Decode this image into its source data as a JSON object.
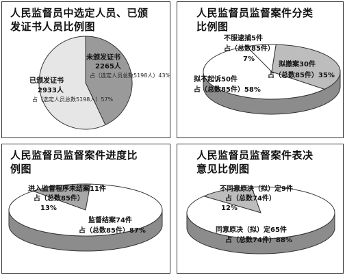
{
  "chart_data": [
    {
      "type": "pie",
      "title_lines": [
        "人民监督员中选定人员、已颁",
        "发证书人员比例图"
      ],
      "slices": [
        {
          "label": "未颁发证书",
          "count": "2265人",
          "note": "占（选定人员总数5198人）43%",
          "pct_text": "43%",
          "value": 43,
          "color": "#9a9a9a"
        },
        {
          "label": "已颁发证书",
          "count": "2933人",
          "note": "占（选定人员总数5198人）57%",
          "pct_text": "57%",
          "value": 57,
          "color": "#e6e6e6"
        }
      ]
    },
    {
      "type": "pie",
      "title_lines": [
        "人民监督员监督案件分类",
        "比例图"
      ],
      "slices": [
        {
          "label": "不服逮捕5件",
          "note": "占（总数85件）",
          "pct_text": "7%",
          "value": 7,
          "color": "#ffffff"
        },
        {
          "label": "拟撤案30件",
          "note": "占（总数85件）35%",
          "pct_text": "35%",
          "value": 35,
          "color": "#bdbdbd"
        },
        {
          "label": "拟不起诉50件",
          "note": "占（总数85件）58%",
          "pct_text": "58%",
          "value": 58,
          "color": "#ffffff"
        }
      ]
    },
    {
      "type": "pie",
      "title_lines": [
        "人民监督员监督案件进度比",
        "例图"
      ],
      "slices": [
        {
          "label": "进入监督程序未结案11件",
          "note": "占（总数85件）",
          "pct_text": "13%",
          "value": 13,
          "color": "#a8a8a8"
        },
        {
          "label": "监督结案74件",
          "note": "占（总数85件）87%",
          "pct_text": "87%",
          "value": 87,
          "color": "#ffffff"
        }
      ]
    },
    {
      "type": "pie",
      "title_lines": [
        "人民监督员监督案件表决",
        "意见比例图"
      ],
      "slices": [
        {
          "label": "不同意原决（拟）定9件",
          "note": "占（总数74件）",
          "pct_text": "12%",
          "value": 12,
          "color": "#bdbdbd"
        },
        {
          "label": "同意原决（拟）定65件",
          "note": "占（总数74件）88%",
          "pct_text": "88%",
          "value": 88,
          "color": "#ffffff"
        }
      ]
    }
  ]
}
